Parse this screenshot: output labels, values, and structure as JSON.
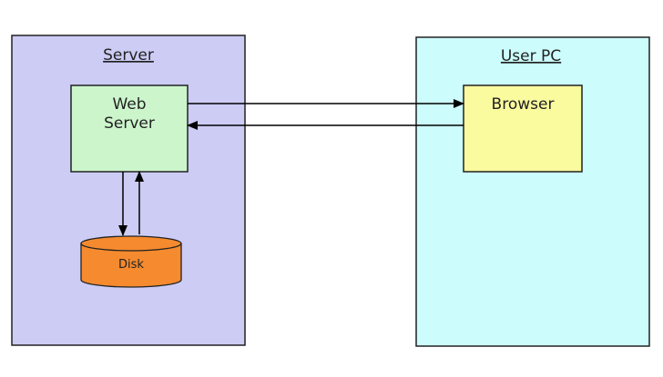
{
  "regions": {
    "server": {
      "title": "Server",
      "fill": "#ccccf5"
    },
    "user_pc": {
      "title": "User PC",
      "fill": "#ccfcfc"
    }
  },
  "nodes": {
    "web_server": {
      "label_line1": "Web",
      "label_line2": "Server",
      "fill": "#ccf5cc"
    },
    "browser": {
      "label": "Browser",
      "fill": "#fafa9e"
    },
    "disk": {
      "label": "Disk",
      "fill": "#f58a2e"
    }
  },
  "connections": [
    {
      "from": "web_server",
      "to": "browser"
    },
    {
      "from": "browser",
      "to": "web_server"
    },
    {
      "from": "web_server",
      "to": "disk"
    },
    {
      "from": "disk",
      "to": "web_server"
    }
  ]
}
